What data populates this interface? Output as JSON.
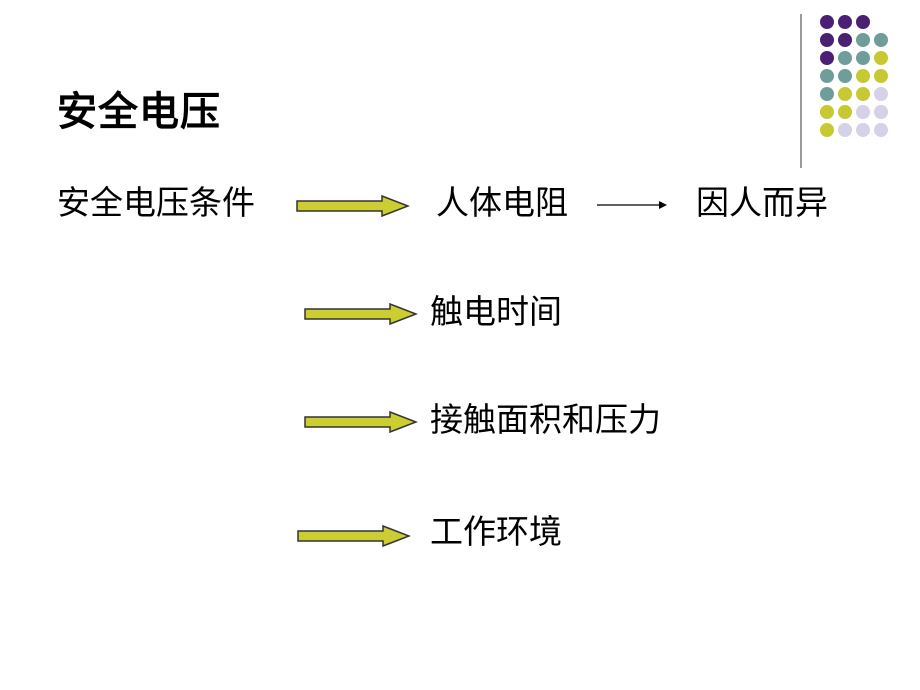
{
  "slide": {
    "title": "安全电压",
    "condition_label": "安全电压条件",
    "factors": [
      {
        "label": "人体电阻",
        "detail": "因人而异"
      },
      {
        "label": "触电时间"
      },
      {
        "label": "接触面积和压力"
      },
      {
        "label": "工作环境"
      }
    ]
  },
  "colors": {
    "purple": "#4b1f73",
    "teal": "#6f9e9a",
    "olive": "#c8c832",
    "lavender": "#d4d1e8",
    "arrow_fill": "#cccc33",
    "arrow_stroke": "#333333",
    "divider": "#9a9a9a"
  }
}
